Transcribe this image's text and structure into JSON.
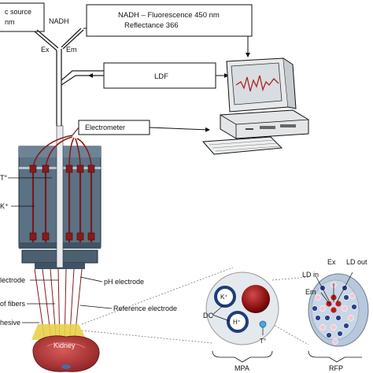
{
  "source_box": {
    "line1": "c source",
    "line2": "nm"
  },
  "fiber_labels": {
    "nadh": "NADH",
    "ex": "Ex",
    "em": "Em"
  },
  "nadh_box": {
    "line1": "NADH – Fluorescence 450 nm",
    "line2": "Reflectance 366"
  },
  "ldf_box": {
    "label": "LDF"
  },
  "electrometer_box": {
    "label": "Electrometer"
  },
  "probe_labels": {
    "temp": "T°",
    "k": "K⁺",
    "ref_electrode_left": "lectrode",
    "fibers": "of fibers",
    "adhesive": "hesive",
    "ph_electrode": "pH electrode",
    "reference_electrode": "Reference electrode",
    "kidney": "Kidney"
  },
  "mpa_panel": {
    "k": "K⁺",
    "h": "H⁺",
    "dc": "DC",
    "temp": "T°",
    "caption": "MPA"
  },
  "rfp_panel": {
    "ld_in": "LD in",
    "ex": "Ex",
    "ld_out": "LD out",
    "em": "Em",
    "caption": "RFP"
  },
  "colors": {
    "probe": "#5b7184",
    "probe_dark": "#3f5365",
    "wire": "#8b1a1a",
    "kidney": "#b83a3a",
    "adhesive": "#e8d04a",
    "screen": "#d8dde2",
    "rfp_face": "#b7c8dc"
  },
  "icons": [
    "computer-icon",
    "kidney-icon"
  ]
}
